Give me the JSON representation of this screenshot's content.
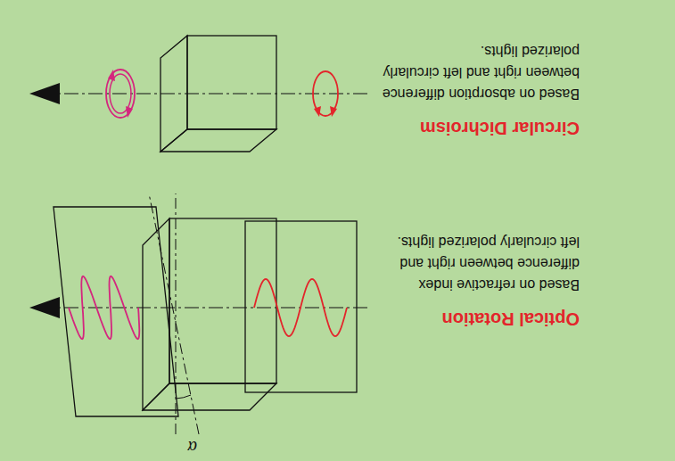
{
  "diagram": {
    "labels": [
      "Optical Rotation",
      "Based on refractive index difference between right and left circularly polarized lights.",
      "Circular Dichroism",
      "Based on absorption difference between right and left circularly polarized lights.",
      "α"
    ]
  }
}
